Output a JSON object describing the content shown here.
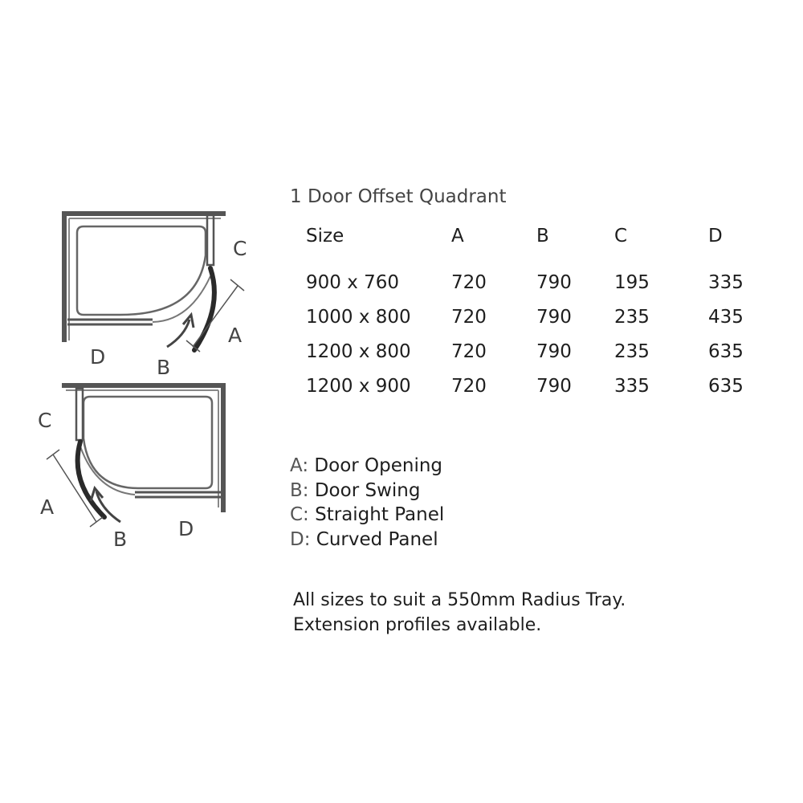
{
  "title": "1 Door Offset Quadrant",
  "table": {
    "headers": [
      "Size",
      "A",
      "B",
      "C",
      "D"
    ],
    "rows": [
      [
        "900 x 760",
        "720",
        "790",
        "195",
        "335"
      ],
      [
        "1000 x 800",
        "720",
        "790",
        "235",
        "435"
      ],
      [
        "1200 x 800",
        "720",
        "790",
        "235",
        "635"
      ],
      [
        "1200 x 900",
        "720",
        "790",
        "335",
        "635"
      ]
    ]
  },
  "legend": [
    {
      "key": "A:",
      "text": "Door Opening"
    },
    {
      "key": "B:",
      "text": "Door Swing"
    },
    {
      "key": "C:",
      "text": "Straight Panel"
    },
    {
      "key": "D:",
      "text": "Curved Panel"
    }
  ],
  "notes": [
    "All sizes to suit a 550mm Radius Tray.",
    "Extension profiles available."
  ],
  "diagrams": {
    "top": {
      "a": "A",
      "b": "B",
      "c": "C",
      "d": "D"
    },
    "bottom": {
      "a": "A",
      "b": "B",
      "c": "C",
      "d": "D"
    }
  },
  "colors": {
    "frame": "#555555",
    "panel": "#777777",
    "text": "#1e1e1e"
  }
}
